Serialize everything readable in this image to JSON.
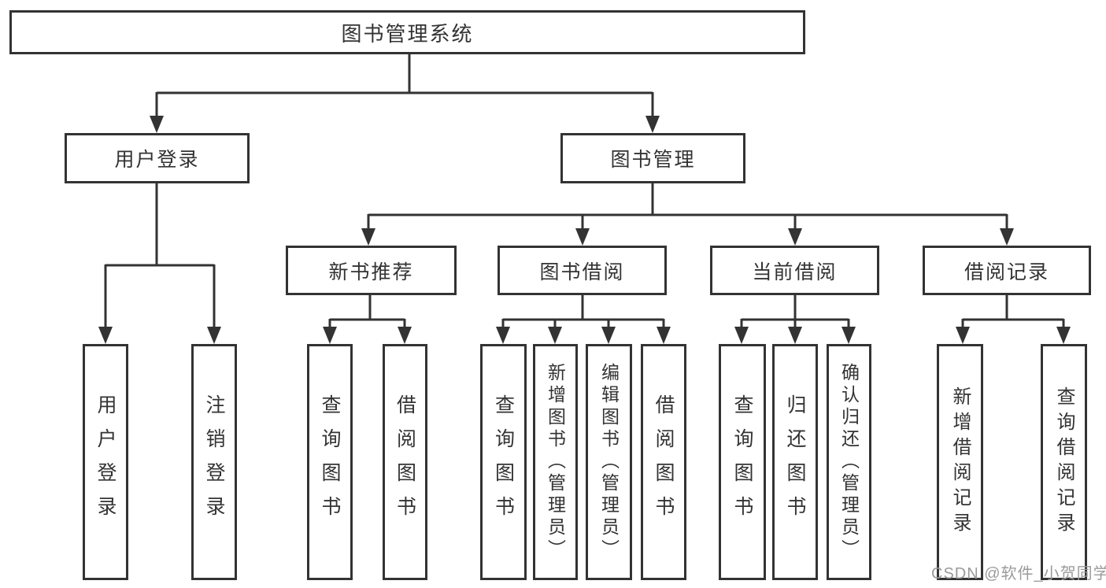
{
  "diagram": {
    "type": "hierarchy-tree",
    "title": "图书管理系统",
    "nodes": {
      "root": "图书管理系统",
      "user_login": "用户登录",
      "book_mgmt": "图书管理",
      "new_book_rec": "新书推荐",
      "book_borrow": "图书借阅",
      "current_borrow": "当前借阅",
      "borrow_record": "借阅记录",
      "leaf_user_login": "用户登录",
      "leaf_logout": "注销登录",
      "leaf_rec_query": "查询图书",
      "leaf_rec_borrow": "借阅图书",
      "leaf_bb_query": "查询图书",
      "leaf_bb_add": "新增图书（管理员）",
      "leaf_bb_edit": "编辑图书（管理员）",
      "leaf_bb_borrow": "借阅图书",
      "leaf_cb_query": "查询图书",
      "leaf_cb_return": "归还图书",
      "leaf_cb_confirm": "确认归还（管理员）",
      "leaf_br_add": "新增借阅记录",
      "leaf_br_query": "查询借阅记录"
    },
    "structure": {
      "图书管理系统": {
        "用户登录": [
          "用户登录",
          "注销登录"
        ],
        "图书管理": {
          "新书推荐": [
            "查询图书",
            "借阅图书"
          ],
          "图书借阅": [
            "查询图书",
            "新增图书（管理员）",
            "编辑图书（管理员）",
            "借阅图书"
          ],
          "当前借阅": [
            "查询图书",
            "归还图书",
            "确认归还（管理员）"
          ],
          "借阅记录": [
            "新增借阅记录",
            "查询借阅记录"
          ]
        }
      }
    },
    "colors": {
      "line": "#333333",
      "text": "#333333",
      "box_background": "#ffffff",
      "page_background": "#ffffff",
      "watermark": "#9b9b9b"
    }
  },
  "watermark": "CSDN @软件_小贺同学"
}
